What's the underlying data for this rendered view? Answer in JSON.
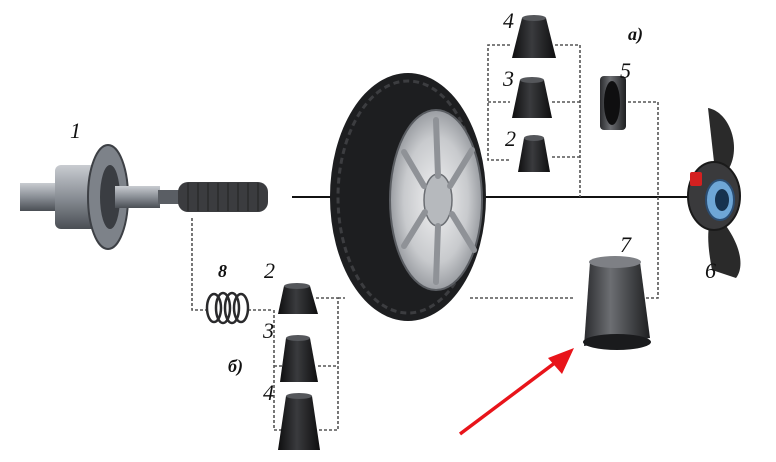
{
  "labels": {
    "shaft": "1",
    "cone_small_a": "2",
    "cone_mid_a": "3",
    "cone_large_a": "4",
    "spacer": "5",
    "wing_nut": "6",
    "cup": "7",
    "spring": "8",
    "cone_small_b": "2",
    "cone_mid_b": "3",
    "cone_large_b": "4",
    "variant_a": "а)",
    "variant_b": "б)"
  },
  "colors": {
    "arrow": "#e8141a",
    "metal": "#8a8f96",
    "rubber": "#1c1c1e",
    "wing": "#2a2a2a",
    "accent_red": "#d42020"
  }
}
